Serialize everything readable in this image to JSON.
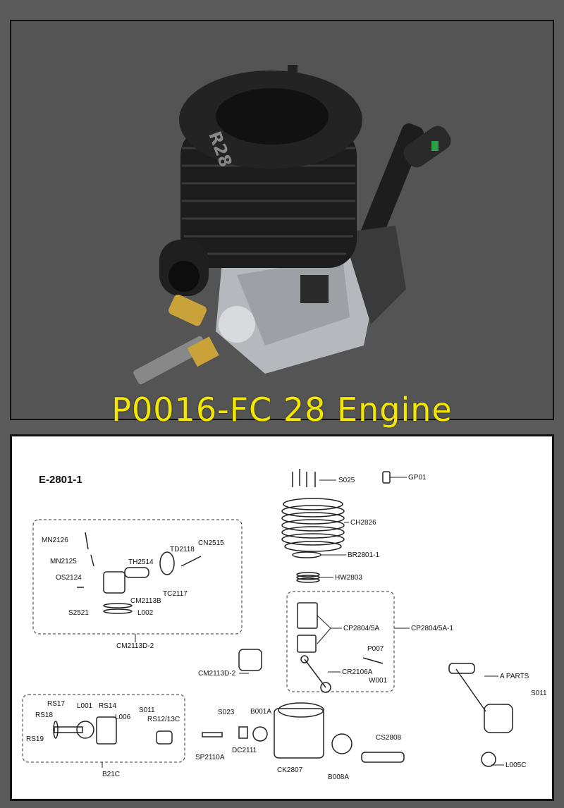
{
  "title": "P0016-FC 28 Engine",
  "engine_marking": "R28",
  "diagram_code": "E-2801-1",
  "parts": {
    "S025": "S025",
    "GP01": "GP01",
    "CH2826": "CH2826",
    "BR2801_1": "BR2801-1",
    "HW2803": "HW2803",
    "CP2804_5A": "CP2804/5A",
    "CP2804_5A_1": "CP2804/5A-1",
    "P007": "P007",
    "CR2106A": "CR2106A",
    "W001": "W001",
    "MN2126": "MN2126",
    "MN2125": "MN2125",
    "OS2124": "OS2124",
    "TH2514": "TH2514",
    "TD2118": "TD2118",
    "CN2515": "CN2515",
    "TC2117": "TC2117",
    "CM2113B": "CM2113B",
    "L002": "L002",
    "S2521": "S2521",
    "CM2113D_2a": "CM2113D-2",
    "CM2113D_2b": "CM2113D-2",
    "A_PARTS": "A PARTS",
    "S011a": "S011",
    "RS17": "RS17",
    "L001": "L001",
    "RS14": "RS14",
    "S011b": "S011",
    "RS18": "RS18",
    "L006": "L006",
    "RS12_13C": "RS12/13C",
    "RS19": "RS19",
    "B21C": "B21C",
    "S023": "S023",
    "B001A": "B001A",
    "DC2111": "DC2111",
    "SP2110A": "SP2110A",
    "CK2807": "CK2807",
    "CS2808": "CS2808",
    "B008A": "B008A",
    "L005C": "L005C"
  },
  "colors": {
    "title": "#f3e600",
    "panel": "#545454",
    "engine_dark": "#1c1c1c",
    "engine_silver": "#b9bcc0"
  }
}
